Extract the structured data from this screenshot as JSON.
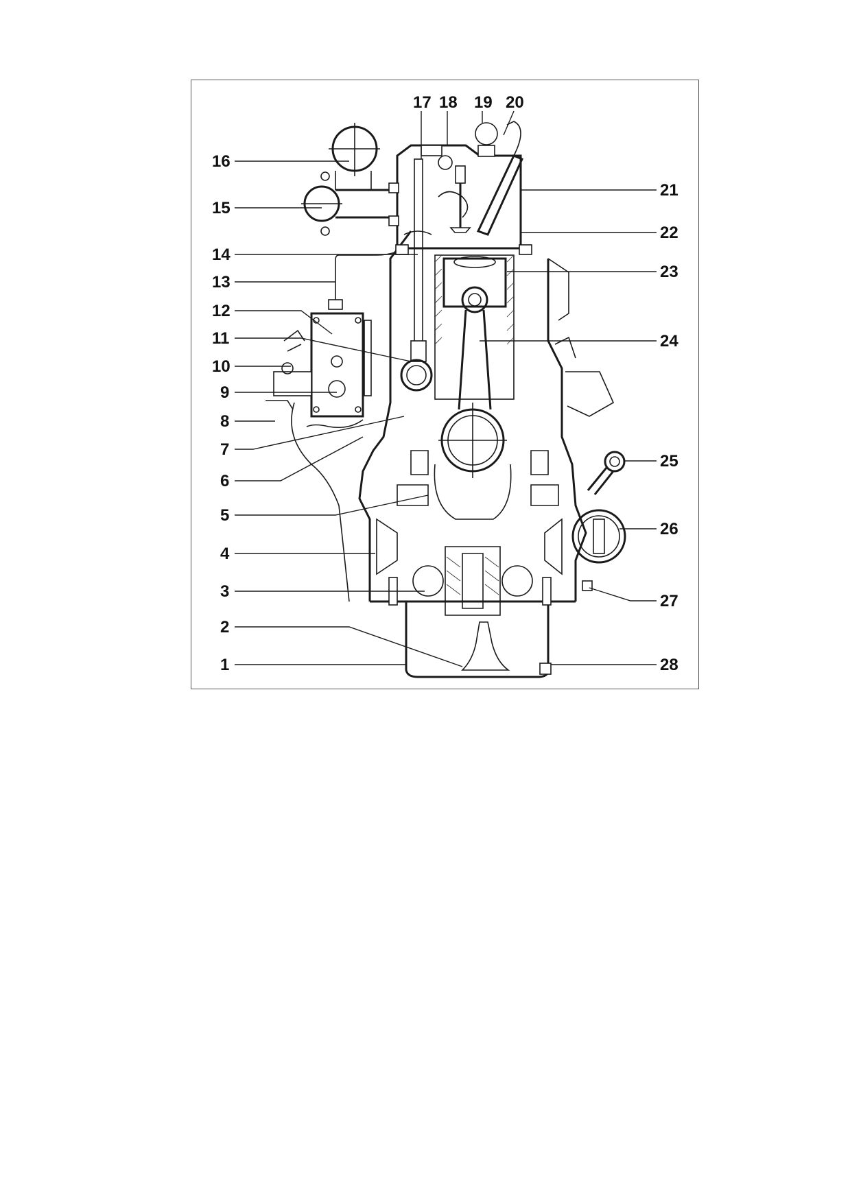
{
  "diagram": {
    "callouts_left": [
      {
        "id": "16",
        "label": "16"
      },
      {
        "id": "15",
        "label": "15"
      },
      {
        "id": "14",
        "label": "14"
      },
      {
        "id": "13",
        "label": "13"
      },
      {
        "id": "12",
        "label": "12"
      },
      {
        "id": "11",
        "label": "11"
      },
      {
        "id": "10",
        "label": "10"
      },
      {
        "id": "9",
        "label": "9"
      },
      {
        "id": "8",
        "label": "8"
      },
      {
        "id": "7",
        "label": "7"
      },
      {
        "id": "6",
        "label": "6"
      },
      {
        "id": "5",
        "label": "5"
      },
      {
        "id": "4",
        "label": "4"
      },
      {
        "id": "3",
        "label": "3"
      },
      {
        "id": "2",
        "label": "2"
      },
      {
        "id": "1",
        "label": "1"
      }
    ],
    "callouts_top": [
      {
        "id": "17",
        "label": "17"
      },
      {
        "id": "18",
        "label": "18"
      },
      {
        "id": "19",
        "label": "19"
      },
      {
        "id": "20",
        "label": "20"
      }
    ],
    "callouts_right": [
      {
        "id": "21",
        "label": "21"
      },
      {
        "id": "22",
        "label": "22"
      },
      {
        "id": "23",
        "label": "23"
      },
      {
        "id": "24",
        "label": "24"
      },
      {
        "id": "25",
        "label": "25"
      },
      {
        "id": "26",
        "label": "26"
      },
      {
        "id": "27",
        "label": "27"
      },
      {
        "id": "28",
        "label": "28"
      }
    ]
  },
  "colors": {
    "ink": "#1a1a1a",
    "frame": "#555555",
    "background": "#ffffff"
  }
}
